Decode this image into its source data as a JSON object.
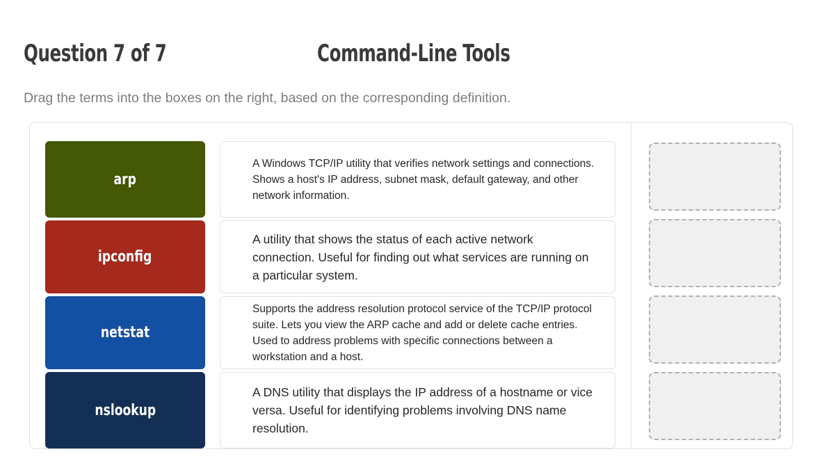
{
  "header": {
    "question_counter": "Question 7 of 7",
    "title": "Command-Line Tools",
    "instruction": "Drag the terms into the boxes on the right, based on the corresponding definition."
  },
  "colors": {
    "term_olive": "#445806",
    "term_red": "#a5291d",
    "term_blue": "#134fa2",
    "term_navy": "#142f55",
    "card_border": "#e2e2e2",
    "dropzone_border": "#b0b0b0",
    "dropzone_fill": "#f0f0f0",
    "heading_text": "#3a3a3a",
    "subtitle_text": "#7d7d7d",
    "definition_text": "#262626"
  },
  "terms": [
    {
      "label": "arp",
      "color": "#445806"
    },
    {
      "label": "ipconfig",
      "color": "#a5291d"
    },
    {
      "label": "netstat",
      "color": "#134fa2"
    },
    {
      "label": "nslookup",
      "color": "#142f55"
    }
  ],
  "definitions": [
    {
      "text": "A Windows TCP/IP utility that verifies network settings and connections.  Shows a host's IP address, subnet mask, default gateway, and other network information."
    },
    {
      "text": "A utility that shows the status of each active network connection. Useful for finding out what services are running on a particular system."
    },
    {
      "text": "Supports the address resolution protocol service of the TCP/IP protocol suite. Lets you view the ARP cache and add or delete cache entries. Used to address problems with specific connections between a workstation and a host."
    },
    {
      "text": "A DNS utility that displays the IP address of a hostname or vice versa.  Useful for identifying problems involving DNS name resolution."
    }
  ],
  "dropzones": [
    {
      "content": ""
    },
    {
      "content": ""
    },
    {
      "content": ""
    },
    {
      "content": ""
    }
  ]
}
